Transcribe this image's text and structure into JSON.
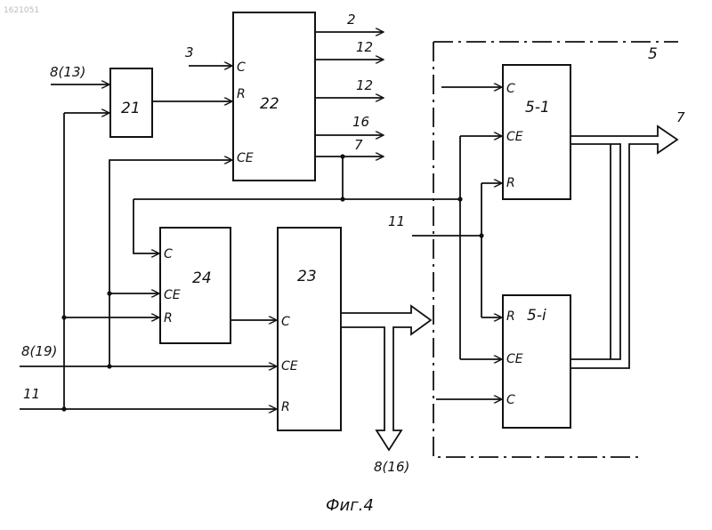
{
  "corner_mark": "1621051",
  "caption": "Фиг.4",
  "group_label": "5",
  "blocks": {
    "b21": {
      "label": "21"
    },
    "b22": {
      "label": "22",
      "pins": {
        "c": "C",
        "r": "R",
        "ce": "CE"
      }
    },
    "b24": {
      "label": "24",
      "pins": {
        "c": "C",
        "ce": "CE",
        "r": "R"
      }
    },
    "b23": {
      "label": "23",
      "pins": {
        "c": "C",
        "ce": "CE",
        "r": "R"
      }
    },
    "b5_1": {
      "label": "5-1",
      "pins": {
        "c": "C",
        "ce": "CE",
        "r": "R"
      }
    },
    "b5_i": {
      "label": "5-i",
      "pins": {
        "r": "R",
        "ce": "CE",
        "c": "C"
      }
    }
  },
  "signals": {
    "in_8_13": "8(13)",
    "in_3": "3",
    "in_8_19": "8(19)",
    "in_11_left": "11",
    "in_11_mid": "11",
    "out_2": "2",
    "out_12a": "12",
    "out_12b": "12",
    "out_16": "16",
    "out_7_22": "7",
    "out_7_bus": "7",
    "out_8_16": "8(16)"
  }
}
